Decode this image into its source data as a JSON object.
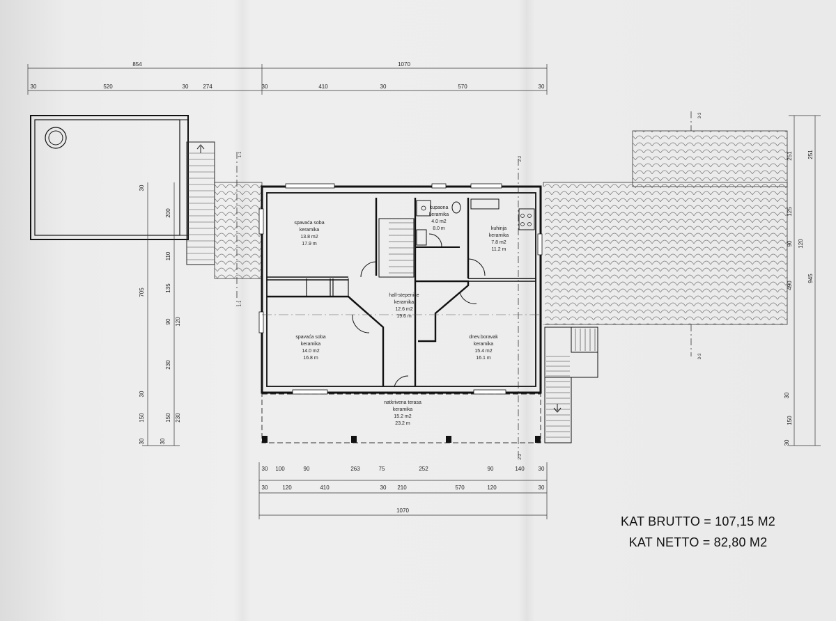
{
  "dimensions": {
    "top_overall": [
      "854",
      "1070"
    ],
    "top_segments": [
      "30",
      "520",
      "30",
      "274",
      "30",
      "410",
      "30",
      "570",
      "30"
    ],
    "bottom_row1": [
      "30",
      "100",
      "90",
      "263",
      "75",
      "252",
      "90",
      "140",
      "30"
    ],
    "bottom_row2": [
      "30",
      "120",
      "410",
      "30",
      "210",
      "570",
      "120",
      "30"
    ],
    "bottom_overall": "1070",
    "left_chain_a": [
      "30",
      "200",
      "110",
      "135",
      "90",
      "120",
      "230",
      "30",
      "150",
      "150",
      "230",
      "30",
      "30"
    ],
    "left_overall": "705",
    "right_chain": [
      "251",
      "125",
      "90",
      "120",
      "490",
      "30",
      "150",
      "30"
    ],
    "right_overall": [
      "251",
      "945"
    ]
  },
  "section_marks": [
    "1-1",
    "1-1",
    "2-2",
    "2-2",
    "3-3",
    "3-3"
  ],
  "rooms": [
    {
      "name": "spavaća soba",
      "finish": "keramika",
      "area": "13.8 m2",
      "perimeter": "17.9 m"
    },
    {
      "name": "kupaona",
      "finish": "keramika",
      "area": "4.0 m2",
      "perimeter": "8.0 m"
    },
    {
      "name": "kuhinja",
      "finish": "keramika",
      "area": "7.8 m2",
      "perimeter": "11.2 m"
    },
    {
      "name": "hall-stepenice",
      "finish": "keramika",
      "area": "12.6 m2",
      "perimeter": "19.6 m"
    },
    {
      "name": "spavaća soba",
      "finish": "keramika",
      "area": "14.0 m2",
      "perimeter": "16.8 m"
    },
    {
      "name": "dnev.boravak",
      "finish": "keramika",
      "area": "15.4 m2",
      "perimeter": "16.1 m"
    },
    {
      "name": "natkrivena terasa",
      "finish": "keramika",
      "area": "15.2 m2",
      "perimeter": "23.2 m"
    }
  ],
  "totals": {
    "brutto": "KAT BRUTTO = 107,15 M2",
    "netto": "KAT NETTO = 82,80 M2"
  }
}
